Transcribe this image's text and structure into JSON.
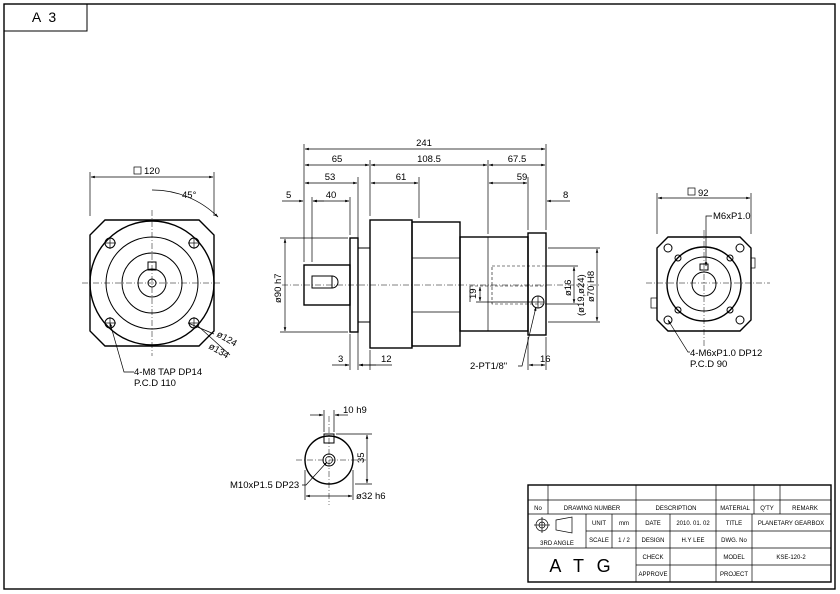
{
  "sheet": {
    "size": "A 3"
  },
  "front_view": {
    "square": "120",
    "angle": "45°",
    "dia_outer": "ø134",
    "dia_inner": "ø124",
    "tap_note_1": "4-M8 TAP DP14",
    "tap_note_2": "P.C.D 110"
  },
  "side_view": {
    "overall": "241",
    "seg_65": "65",
    "seg_108": "108.5",
    "seg_67": "67.5",
    "seg_53": "53",
    "seg_61": "61",
    "seg_59": "59",
    "seg_5": "5",
    "seg_40": "40",
    "seg_8": "8",
    "seg_3": "3",
    "seg_12": "12",
    "seg_16": "16",
    "seg_19": "19",
    "dia_90": "ø90 h7",
    "dia_16": "ø16",
    "dia_19_24": "(ø19,ø24)",
    "dia_70": "ø70 H8",
    "pt_note": "2-PT1/8\""
  },
  "rear_view": {
    "square": "92",
    "m6_top": "M6xP1.0",
    "note_1": "4-M6xP1.0 DP12",
    "note_2": "P.C.D 90"
  },
  "shaft_detail": {
    "key": "10 h9",
    "height": "35",
    "dia": "ø32 h6",
    "tap": "M10xP1.5 DP23"
  },
  "title_block": {
    "headers": [
      "No",
      "DRAWING NUMBER",
      "DESCRIPTION",
      "MATERIAL",
      "Q'TY",
      "REMARK"
    ],
    "projection": "3RD ANGLE",
    "unit_label": "UNIT",
    "unit_value": "mm",
    "scale_label": "SCALE",
    "scale_value": "1 / 2",
    "date_label": "DATE",
    "date_value": "2010. 01. 02",
    "design_label": "DESIGN",
    "design_value": "H.Y LEE",
    "check_label": "CHECK",
    "approve_label": "APPROVE",
    "title_label": "TITLE",
    "title_value": "PLANETARY GEARBOX",
    "dwg_label": "DWG. No",
    "dwg_value": "",
    "model_label": "MODEL",
    "model_value": "KSE-120-2",
    "project_label": "PROJECT",
    "project_value": "",
    "company": "A T G"
  }
}
